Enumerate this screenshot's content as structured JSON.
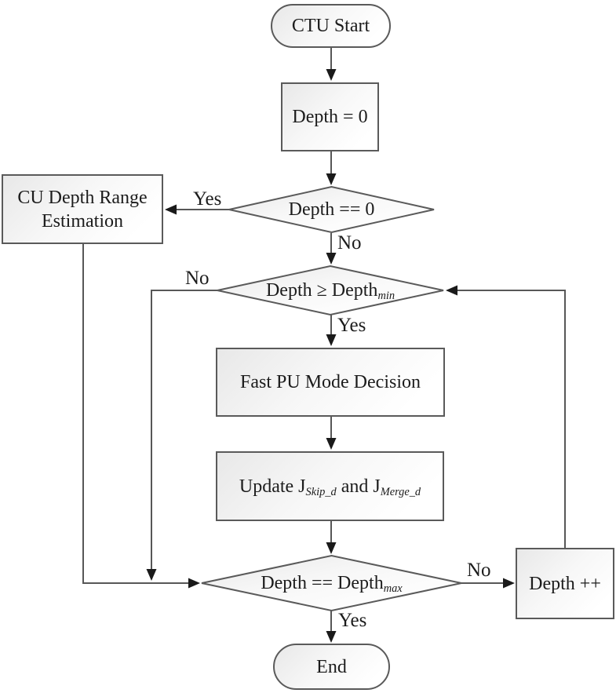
{
  "diagram": {
    "type": "flowchart",
    "colors": {
      "background": "#ffffff",
      "shape_stroke": "#5a5a5a",
      "line_stroke": "#575757",
      "arrowhead": "#1a1a1a",
      "text": "#1c1c1c",
      "shape_fill_gradient_start": "#e8e8e8",
      "shape_fill_gradient_end": "#ffffff"
    },
    "nodes": {
      "start": {
        "type": "terminator",
        "label": "CTU Start"
      },
      "set_depth": {
        "type": "process",
        "label": "Depth = 0"
      },
      "check_depth_zero": {
        "type": "decision",
        "label": "Depth == 0"
      },
      "cu_depth_range": {
        "type": "process",
        "label": "CU Depth Range Estimation"
      },
      "check_depth_min": {
        "type": "decision",
        "main": "Depth ≥ Depth",
        "sub": "min"
      },
      "fast_pu": {
        "type": "process",
        "label": "Fast PU Mode Decision"
      },
      "update_j": {
        "type": "process",
        "part1": "Update J",
        "sub1": "Skip_d",
        "part2": " and J",
        "sub2": "Merge_d"
      },
      "check_depth_max": {
        "type": "decision",
        "main": "Depth == Depth",
        "sub": "max"
      },
      "depth_increment": {
        "type": "process",
        "label": "Depth ++"
      },
      "end": {
        "type": "terminator",
        "label": "End"
      }
    },
    "edge_labels": {
      "depth_zero_yes": "Yes",
      "depth_zero_no": "No",
      "depth_min_no": "No",
      "depth_min_yes": "Yes",
      "depth_max_no": "No",
      "depth_max_yes": "Yes"
    }
  }
}
